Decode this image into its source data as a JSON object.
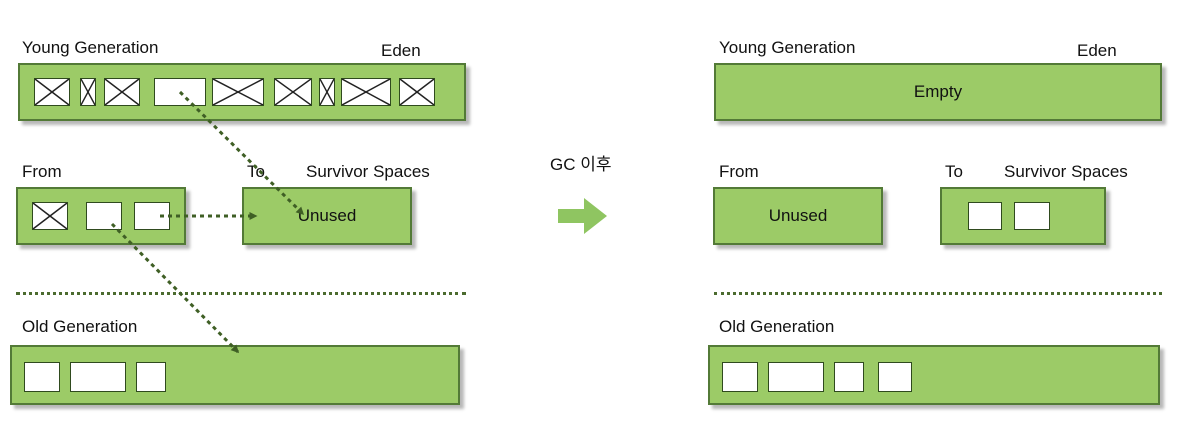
{
  "before": {
    "young_generation_label": "Young Generation",
    "eden_label": "Eden",
    "from_label": "From",
    "to_label": "To",
    "survivor_spaces_label": "Survivor Spaces",
    "to_space_text": "Unused",
    "old_generation_label": "Old Generation"
  },
  "transition": {
    "label": "GC 이후"
  },
  "after": {
    "young_generation_label": "Young Generation",
    "eden_label": "Eden",
    "eden_text": "Empty",
    "from_label": "From",
    "from_space_text": "Unused",
    "to_label": "To",
    "survivor_spaces_label": "Survivor Spaces",
    "old_generation_label": "Old Generation"
  },
  "colors": {
    "region_fill": "#9ccb67",
    "region_border": "#537a37",
    "arrow": "#3f5f25",
    "transition_arrow": "#8fc561"
  }
}
